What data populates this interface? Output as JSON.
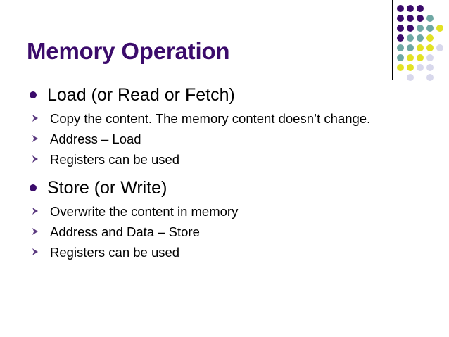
{
  "slide": {
    "title": "Memory Operation",
    "title_color": "#3B0B6B",
    "background_color": "#FFFFFF",
    "body_text_color": "#000000"
  },
  "bullets": [
    {
      "level": 1,
      "marker": "filled-circle",
      "text": "Load (or Read or Fetch)",
      "children": [
        {
          "level": 2,
          "marker": "arrowhead",
          "text": "Copy the content. The memory content doesn’t change."
        },
        {
          "level": 2,
          "marker": "arrowhead",
          "text": "Address – Load"
        },
        {
          "level": 2,
          "marker": "arrowhead",
          "text": "Registers can be used"
        }
      ]
    },
    {
      "level": 1,
      "marker": "filled-circle",
      "text": "Store (or Write)",
      "children": [
        {
          "level": 2,
          "marker": "arrowhead",
          "text": "Overwrite the content in memory"
        },
        {
          "level": 2,
          "marker": "arrowhead",
          "text": "Address and Data – Store"
        },
        {
          "level": 2,
          "marker": "arrowhead",
          "text": "Registers can be used"
        }
      ]
    }
  ],
  "logo": {
    "name": "dot-grid-decoration",
    "divider_color": "#000000",
    "palette": {
      "purple": "#3B0B6B",
      "teal": "#6FA8A4",
      "yellow": "#E2E224",
      "lavender": "#D8D8EC"
    },
    "cell_size": 14,
    "rows": [
      [
        "purple",
        "purple",
        "purple",
        null,
        null
      ],
      [
        "purple",
        "purple",
        "purple",
        "teal",
        null
      ],
      [
        "purple",
        "purple",
        "teal",
        "teal",
        "yellow"
      ],
      [
        "purple",
        "teal",
        "teal",
        "yellow",
        null
      ],
      [
        "teal",
        "teal",
        "yellow",
        "yellow",
        "lavender"
      ],
      [
        "teal",
        "yellow",
        "yellow",
        "lavender",
        null
      ],
      [
        "yellow",
        "yellow",
        "lavender",
        "lavender",
        null
      ],
      [
        null,
        "lavender",
        null,
        "lavender",
        null
      ]
    ]
  }
}
